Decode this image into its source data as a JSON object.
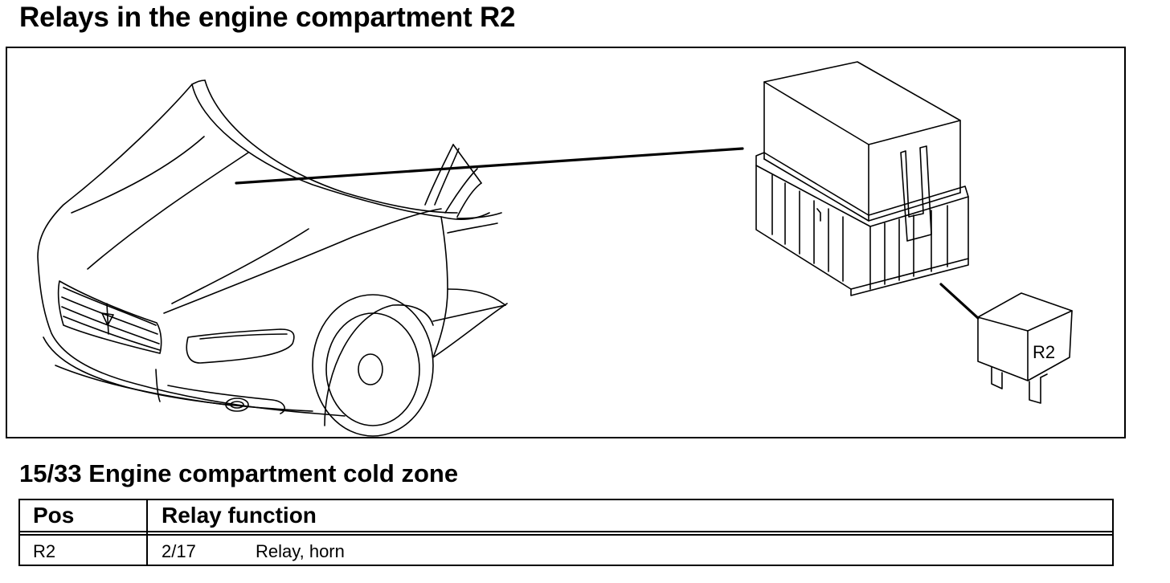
{
  "page": {
    "title": "Relays in the engine compartment R2"
  },
  "figure": {
    "relay_label": "R2"
  },
  "section": {
    "title": "15/33 Engine compartment cold zone"
  },
  "table": {
    "headers": {
      "pos": "Pos",
      "function": "Relay function"
    },
    "rows": [
      {
        "pos": "R2",
        "code": "2/17",
        "description": "Relay, horn"
      }
    ]
  }
}
